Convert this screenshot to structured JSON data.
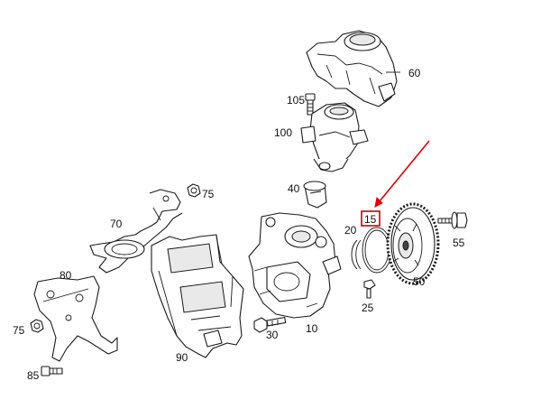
{
  "callouts": {
    "p60": "60",
    "p105": "105",
    "p100": "100",
    "p75a": "75",
    "p40": "40",
    "p70": "70",
    "p15": "15",
    "p20": "20",
    "p55": "55",
    "p80": "80",
    "p50": "50",
    "p25": "25",
    "p75b": "75",
    "p30": "30",
    "p10": "10",
    "p90": "90",
    "p85": "85"
  },
  "highlight": {
    "label": "15",
    "box_color": "#cc0000",
    "arrow_color": "#e00000"
  }
}
